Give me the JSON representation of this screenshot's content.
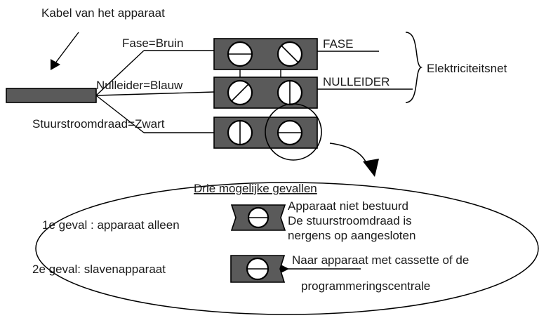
{
  "labels": {
    "cable": "Kabel van het apparaat",
    "phase_wire": "Fase=Bruin",
    "neutral_wire": "Nulleider=Blauw",
    "control_wire": "Stuurstroomdraad=Zwart",
    "phase": "FASE",
    "neutral": "NULLEIDER",
    "grid": "Elektriciteitsnet",
    "cases_title": "Drie mogelijke gevallen",
    "case1": "1e geval : apparaat alleen",
    "case1_note_1": "Apparaat niet bestuurd",
    "case1_note_2": "De stuurstroomdraad is",
    "case1_note_3": "nergens op aangesloten",
    "case2": "2e geval: slavenapparaat",
    "case2_note_1": "Naar apparaat met cassette of de",
    "case2_note_2": "programmeringscentrale"
  },
  "colors": {
    "terminal_block": "#5a5a5a",
    "cable": "#5a5a5a",
    "line": "#000000",
    "text": "#1a1a1a"
  }
}
